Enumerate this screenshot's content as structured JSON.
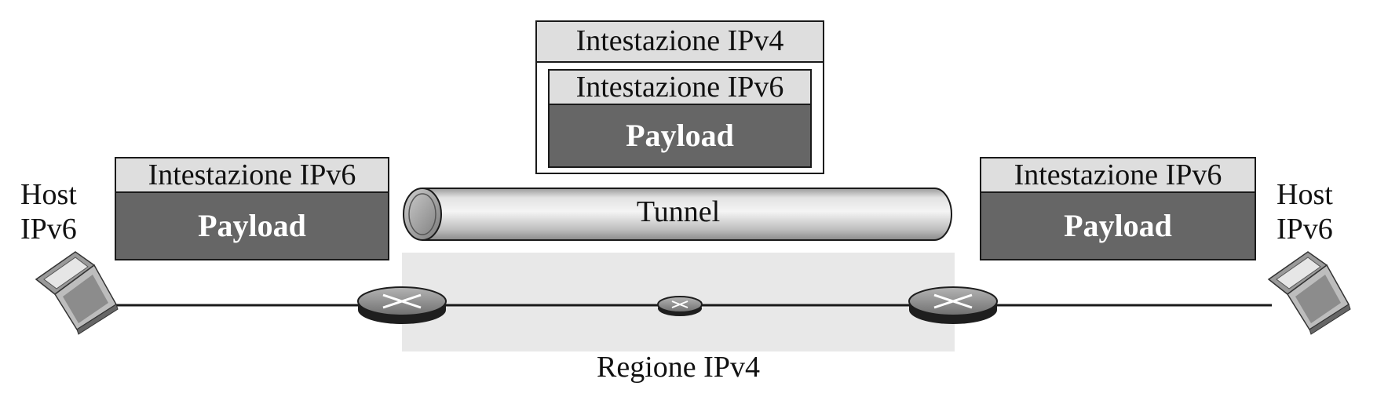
{
  "diagram": {
    "ipv4_header": "Intestazione IPv4",
    "ipv6_header": "Intestazione IPv6",
    "payload": "Payload",
    "tunnel": "Tunnel",
    "region": "Regione IPv4",
    "host_line1": "Host",
    "host_line2": "IPv6",
    "colors": {
      "header_fill": "#dedede",
      "payload_fill": "#666666",
      "region_fill": "#e8e8e8",
      "line": "#1a1a1a"
    }
  }
}
